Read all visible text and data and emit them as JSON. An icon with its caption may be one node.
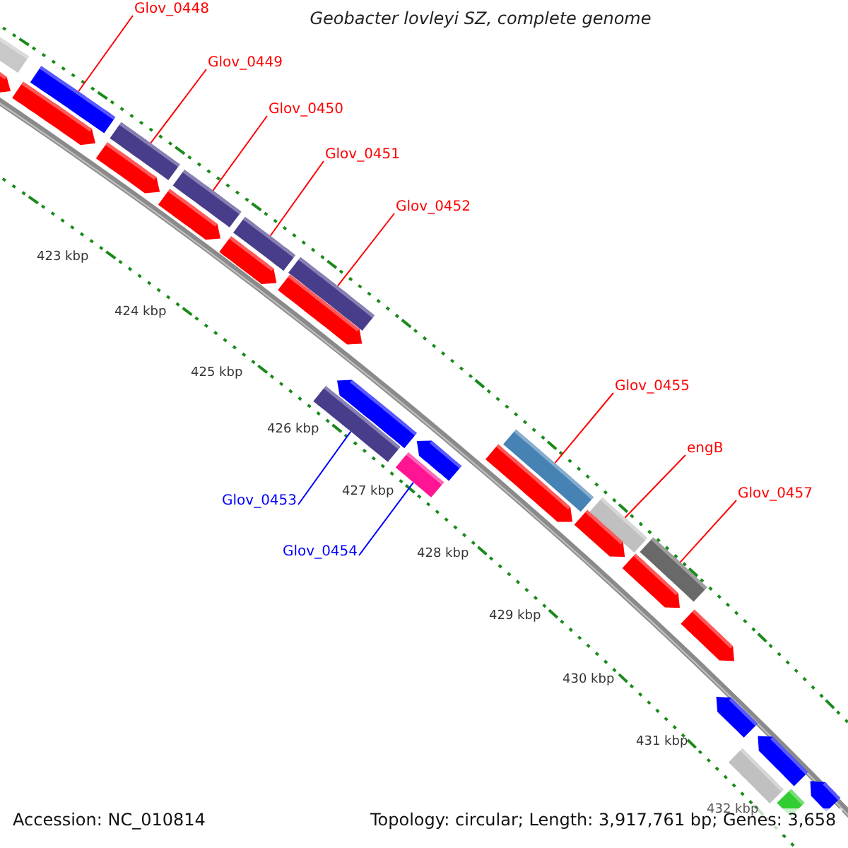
{
  "diagram": {
    "title": "Geobacter lovleyi SZ, complete genome",
    "nodes": [
      {
        "text": [
          "Glov_0448"
        ]
      },
      {
        "text": [
          "Glov_0449"
        ]
      },
      {
        "text": [
          "Glov_0450"
        ]
      },
      {
        "text": [
          "Glov_0451"
        ]
      },
      {
        "text": [
          "Glov_0452"
        ]
      },
      {
        "text": [
          "Glov_0455"
        ]
      },
      {
        "text": [
          "engB"
        ]
      },
      {
        "text": [
          "Glov_0457"
        ]
      },
      {
        "text": [
          "Glov_0453"
        ]
      },
      {
        "text": [
          "Glov_0454"
        ]
      },
      {
        "text": [],
        "shape": "bar"
      },
      {
        "text": [],
        "shape": "bar"
      },
      {
        "text": [],
        "shape": "bar"
      },
      {
        "text": [],
        "shape": "bar"
      },
      {
        "text": [],
        "shape": "bar"
      },
      {
        "text": [],
        "shape": "bar"
      },
      {
        "text": [],
        "shape": "bar"
      },
      {
        "text": [],
        "shape": "bar"
      },
      {
        "text": [],
        "shape": "bar"
      },
      {
        "text": [],
        "shape": "bar"
      },
      {
        "text": [],
        "shape": "bar"
      },
      {
        "text": [],
        "shape": "pentagon"
      },
      {
        "text": [],
        "shape": "pentagon"
      },
      {
        "text": [],
        "shape": "pentagon"
      },
      {
        "text": [],
        "shape": "pentagon"
      },
      {
        "text": [],
        "shape": "pentagon"
      },
      {
        "text": [],
        "shape": "pentagon"
      },
      {
        "text": [],
        "shape": "pentagon"
      },
      {
        "text": [],
        "shape": "pentagon"
      },
      {
        "text": [],
        "shape": "pentagon"
      },
      {
        "text": [],
        "shape": "pentagon"
      },
      {
        "text": [],
        "shape": "pentagon"
      },
      {
        "text": [],
        "shape": "pentagon"
      },
      {
        "text": [],
        "shape": "pentagon"
      },
      {
        "text": [],
        "shape": "pentagon"
      },
      {
        "text": [],
        "shape": "pentagon"
      },
      {
        "text": [],
        "shape": "bar"
      },
      {
        "text": [],
        "shape": "bar"
      }
    ],
    "edges": [
      {
        "from": 0,
        "to": 10,
        "arrow": "none"
      },
      {
        "from": 1,
        "to": 11,
        "arrow": "none"
      },
      {
        "from": 2,
        "to": 12,
        "arrow": "none"
      },
      {
        "from": 3,
        "to": 13,
        "arrow": "none"
      },
      {
        "from": 4,
        "to": 14,
        "arrow": "none"
      },
      {
        "from": 5,
        "to": 15,
        "arrow": "none"
      },
      {
        "from": 6,
        "to": 16,
        "arrow": "none"
      },
      {
        "from": 7,
        "to": 17,
        "arrow": "none"
      },
      {
        "from": 8,
        "to": 18,
        "arrow": "none",
        "color": "#0000ff"
      },
      {
        "from": 9,
        "to": 19,
        "arrow": "none",
        "color": "#0000ff"
      }
    ],
    "labels": [
      "423 kbp",
      "424 kbp",
      "425 kbp",
      "426 kbp",
      "427 kbp",
      "428 kbp",
      "429 kbp",
      "430 kbp",
      "431 kbp",
      "432 kbp",
      "Accession: NC_010814",
      "Topology: circular; Length: 3,917,761 bp; Genes: 3,658"
    ]
  }
}
